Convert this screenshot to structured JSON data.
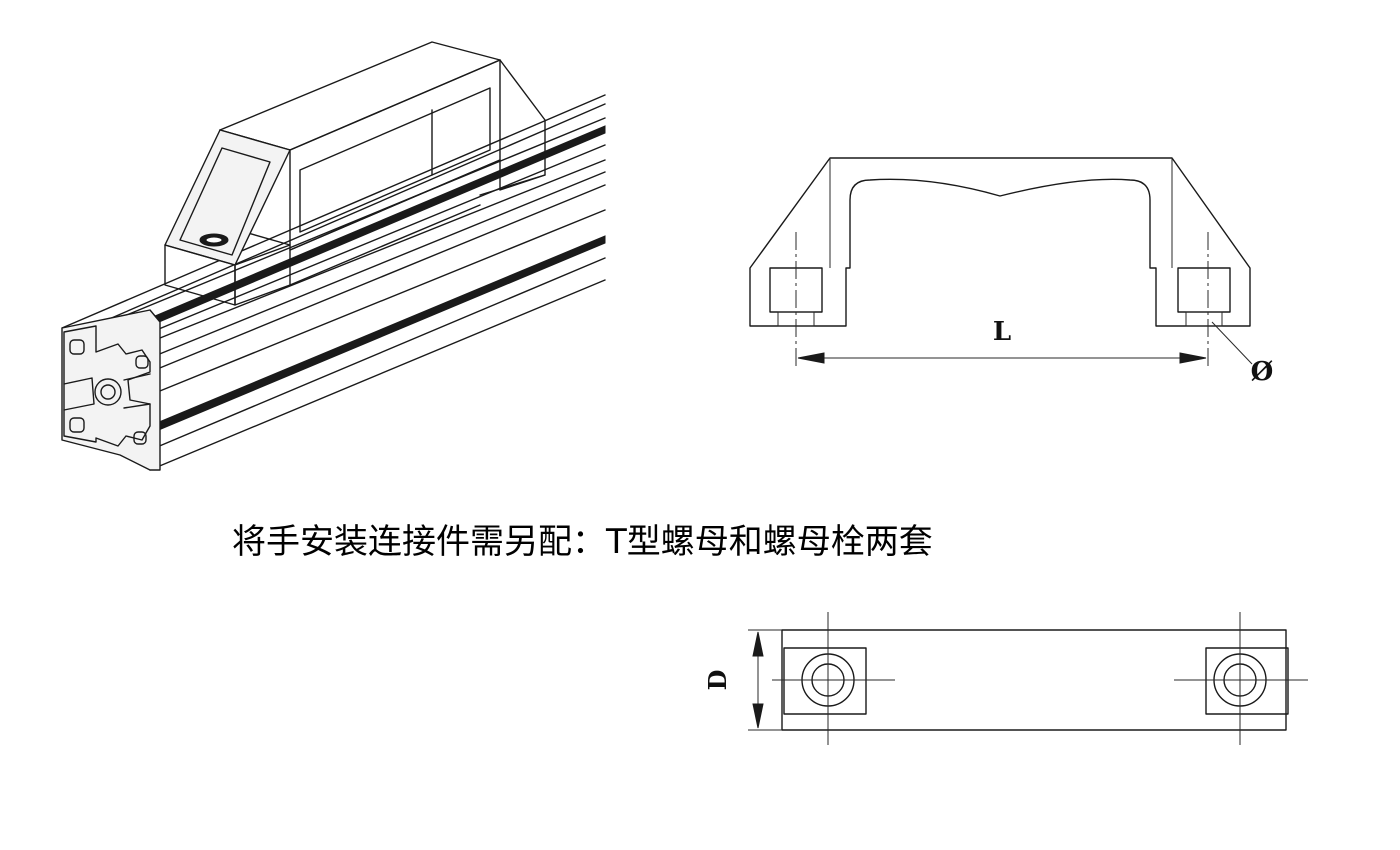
{
  "caption": "将手安装连接件需另配：T型螺母和螺母栓两套",
  "labels": {
    "length": "L",
    "diameter": "Ø",
    "depth": "D"
  }
}
